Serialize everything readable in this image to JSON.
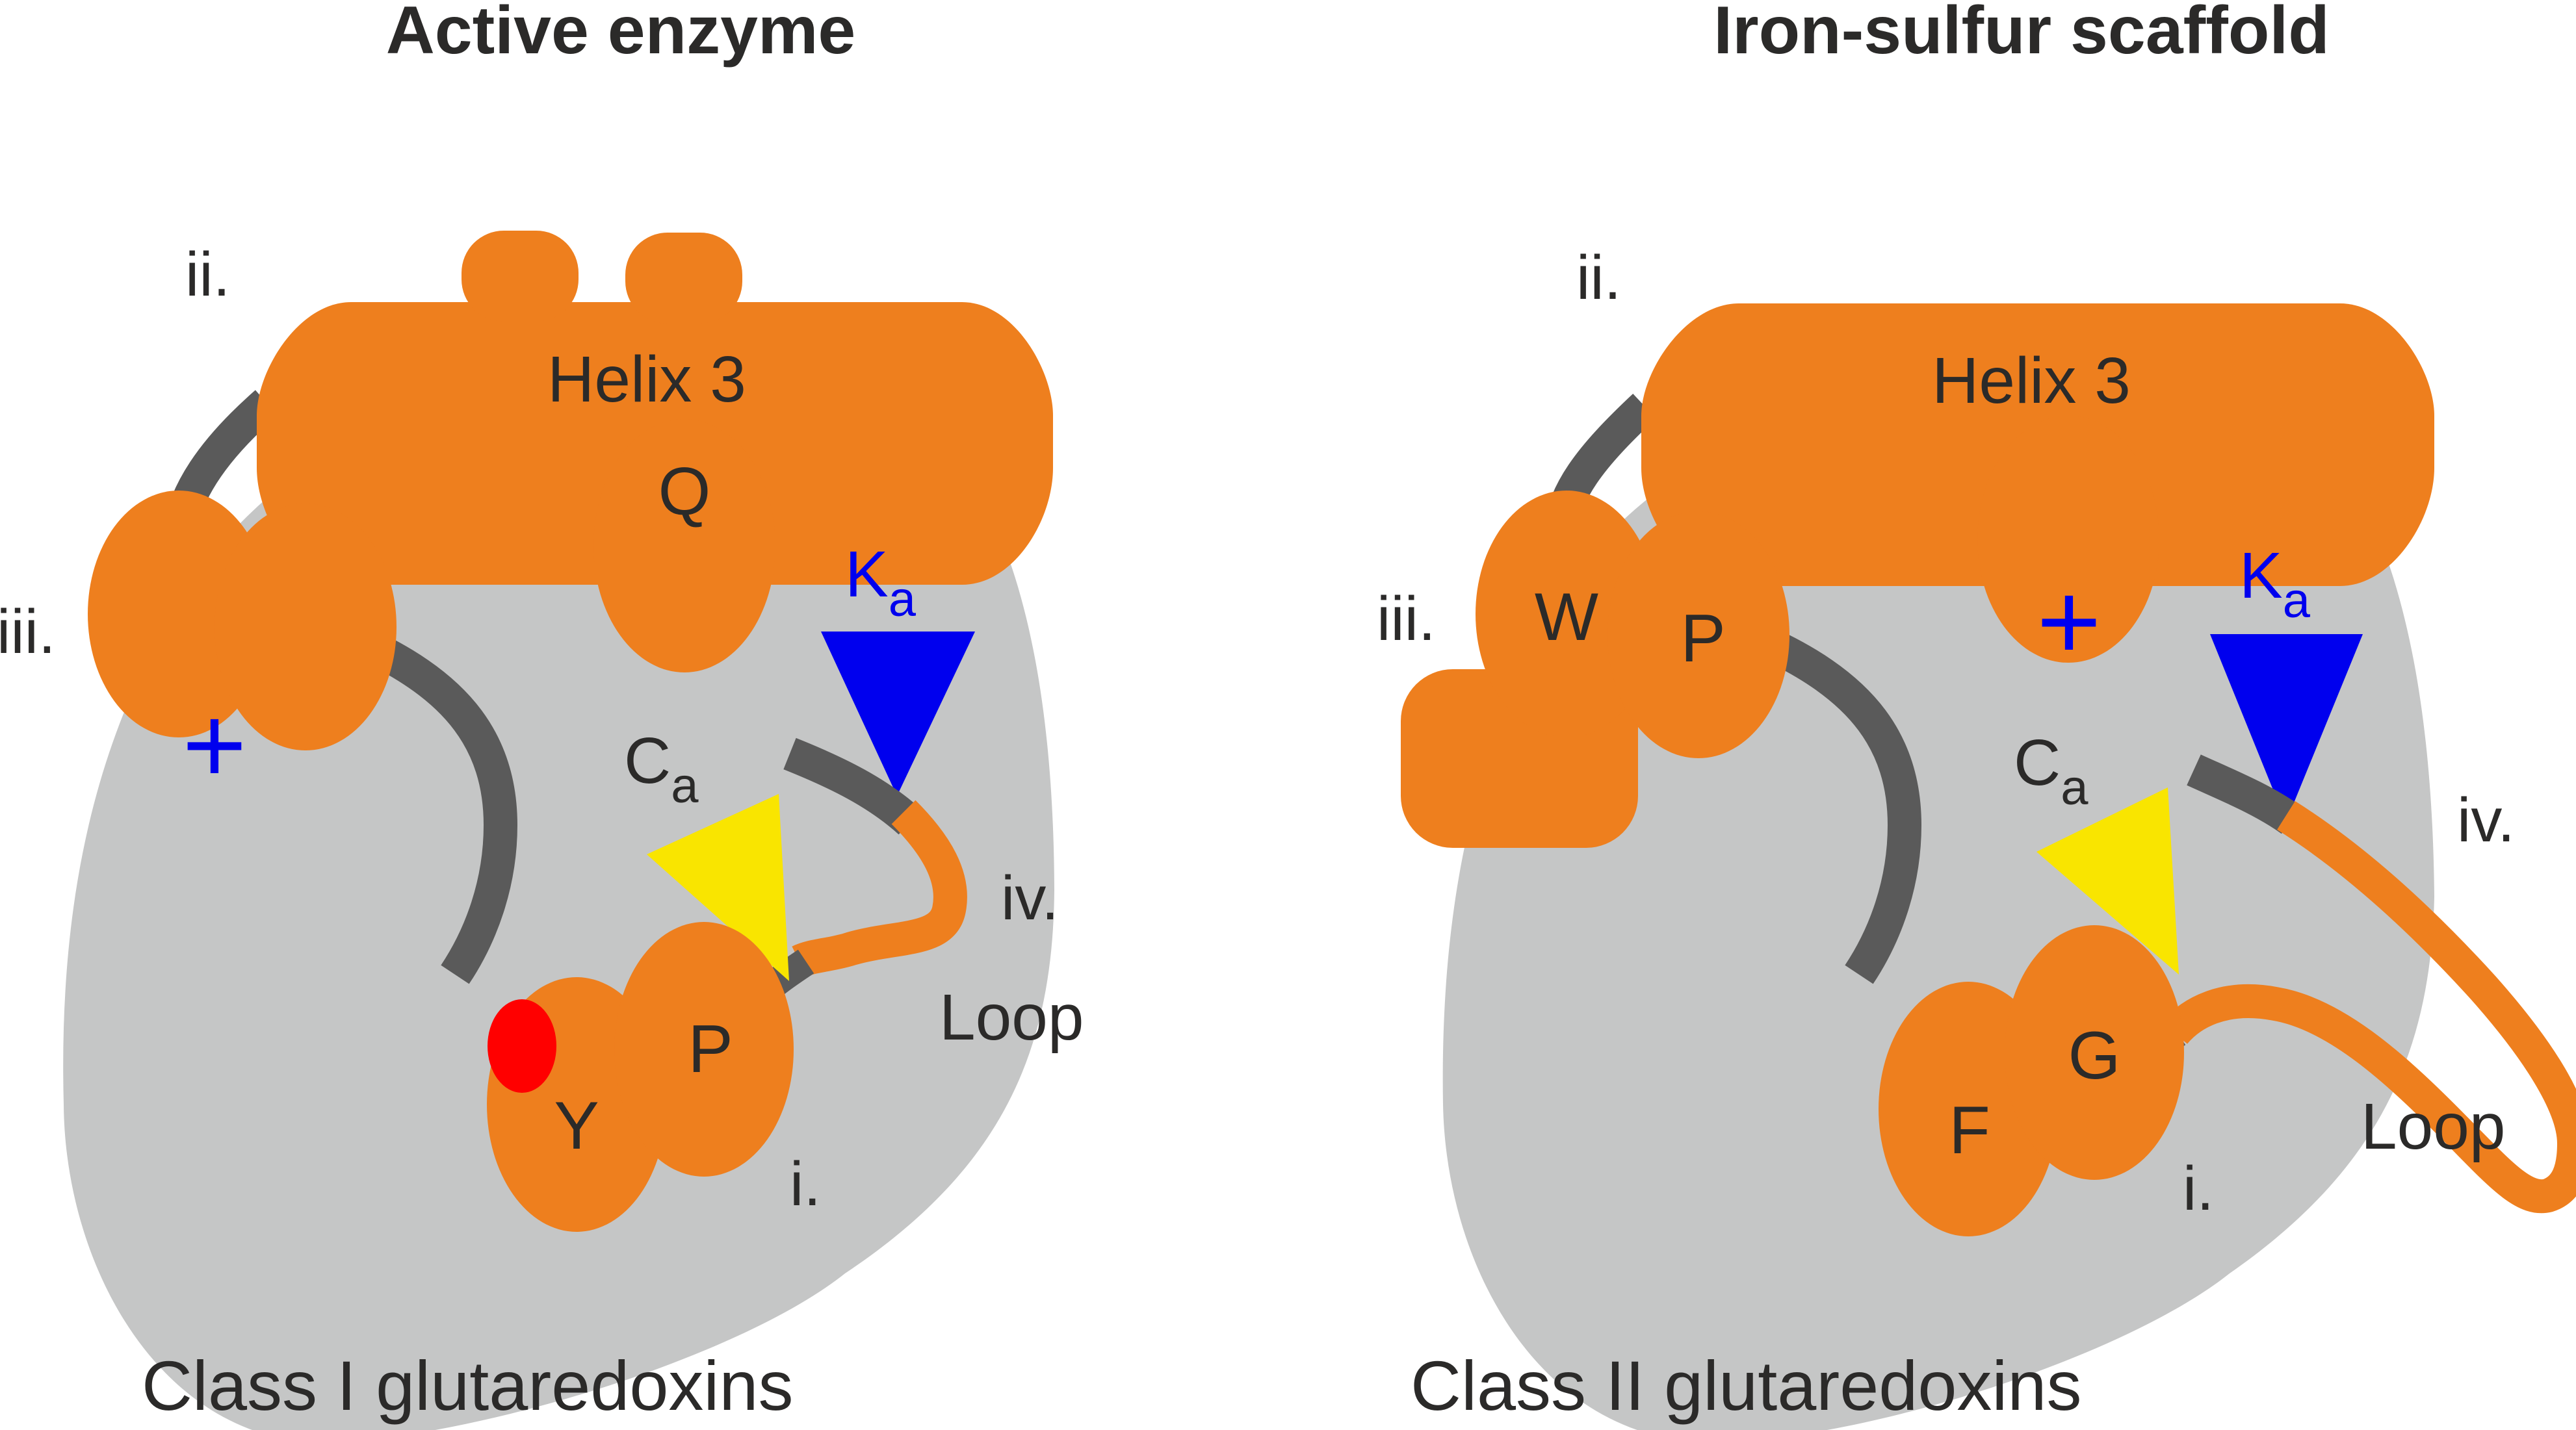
{
  "colors": {
    "body_gray": "#c5c6c6",
    "orange": "#ee7f1e",
    "dark_strand": "#5a5a5a",
    "blue_marker": "#0000ee",
    "yellow_marker": "#f9e500",
    "red_marker": "#ff0000",
    "text": "#2b2a29"
  },
  "panels": [
    {
      "title": "Active enzyme",
      "caption": "Class I glutaredoxins",
      "helix_label": "Helix 3",
      "helix_residue": "Q",
      "k_label": "K",
      "k_subscript": "a",
      "c_label": "C",
      "c_subscript": "a",
      "plus_sign": "+",
      "motif_residues": [
        "Y",
        "P"
      ],
      "loop_label": "Loop",
      "markers": {
        "i": "i.",
        "ii": "ii.",
        "iii": "iii.",
        "iv": "iv."
      }
    },
    {
      "title": "Iron-sulfur scaffold",
      "caption": "Class II glutaredoxins",
      "helix_label": "Helix 3",
      "k_label": "K",
      "k_subscript": "a",
      "c_label": "C",
      "c_subscript": "a",
      "plus_sign": "+",
      "strand_residues": [
        "W",
        "P"
      ],
      "motif_residues": [
        "F",
        "G"
      ],
      "loop_label": "Loop",
      "markers": {
        "i": "i.",
        "ii": "ii.",
        "iii": "iii.",
        "iv": "iv."
      }
    }
  ]
}
